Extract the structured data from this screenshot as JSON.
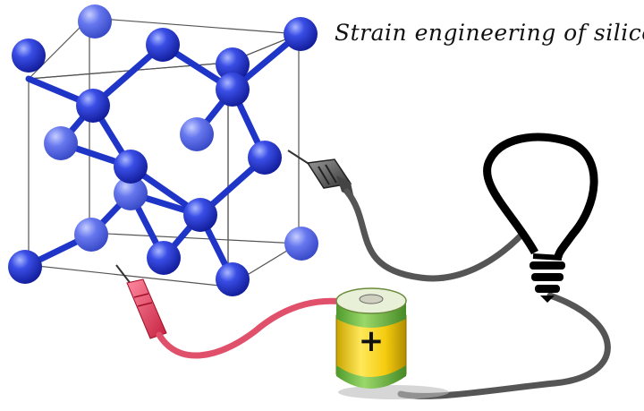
{
  "title": "Strain engineering of silicon",
  "battery": {
    "terminal_symbol": "+"
  },
  "colors": {
    "atom": "#2233cc",
    "bond": "#1f35c8",
    "cell_edge": "#555555",
    "wire_positive": "#e0506a",
    "wire_negative": "#555555",
    "battery_body": "#f5d020",
    "battery_band": "#7bc24a",
    "bulb_outline": "#000000"
  },
  "icons": [
    "silicon-crystal-lattice",
    "electrical-probe",
    "battery",
    "light-bulb",
    "wire"
  ]
}
